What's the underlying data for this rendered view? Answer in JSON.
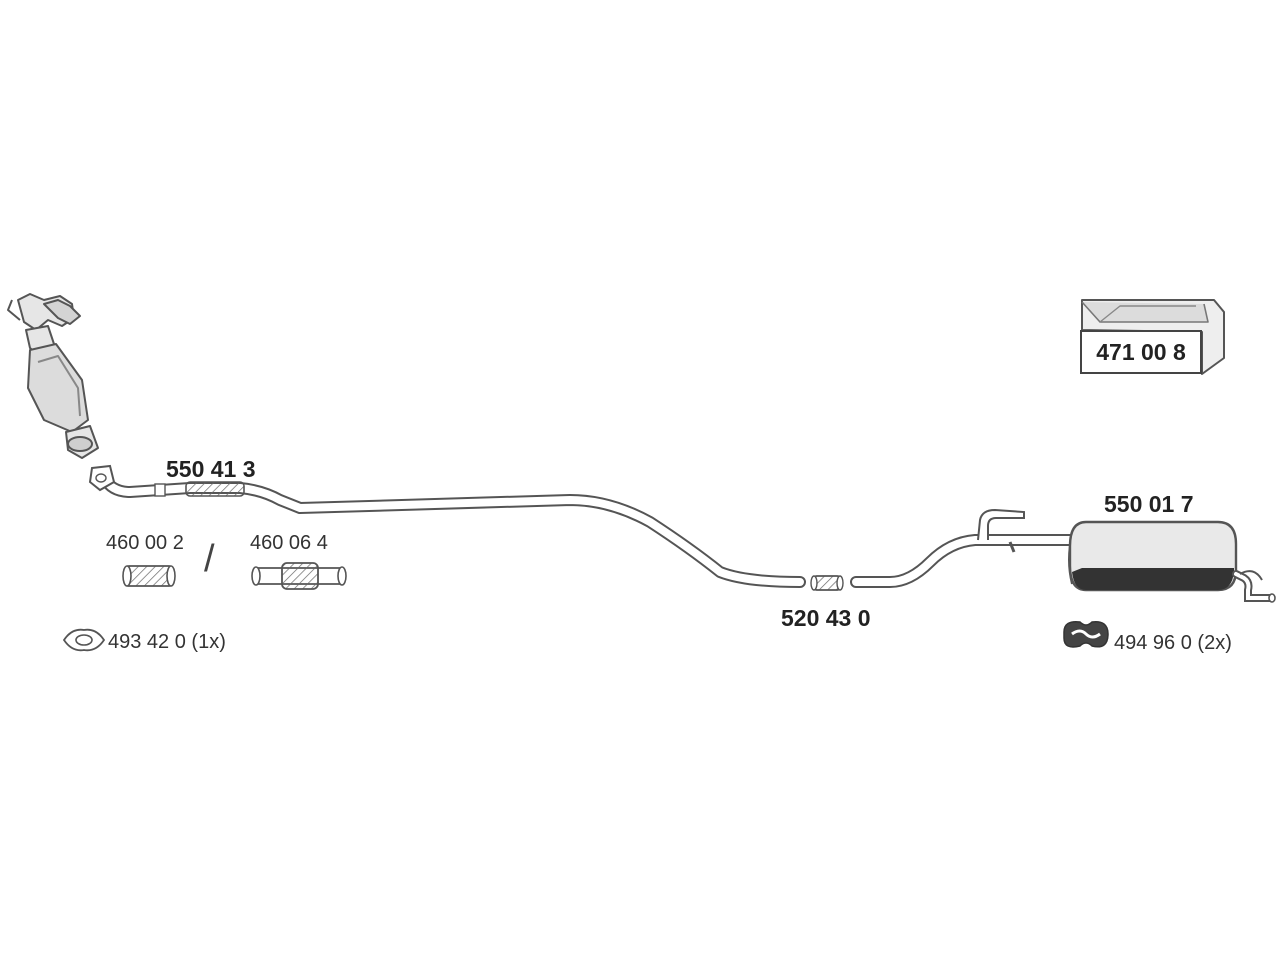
{
  "diagram": {
    "parts": {
      "front_pipe": "550 41 3",
      "flex_pipe_a": "460 00 2",
      "separator": "/",
      "flex_pipe_b": "460 06 4",
      "gasket": "493 42 0 (1x)",
      "clamp": "520 43 0",
      "rear_silencer": "550 01 7",
      "mounting_kit": "471 00 8",
      "rubber_hanger": "494 96 0 (2x)"
    },
    "colors": {
      "stroke": "#555555",
      "fill_light": "#e9e9e9",
      "fill_dark": "#333333"
    }
  }
}
